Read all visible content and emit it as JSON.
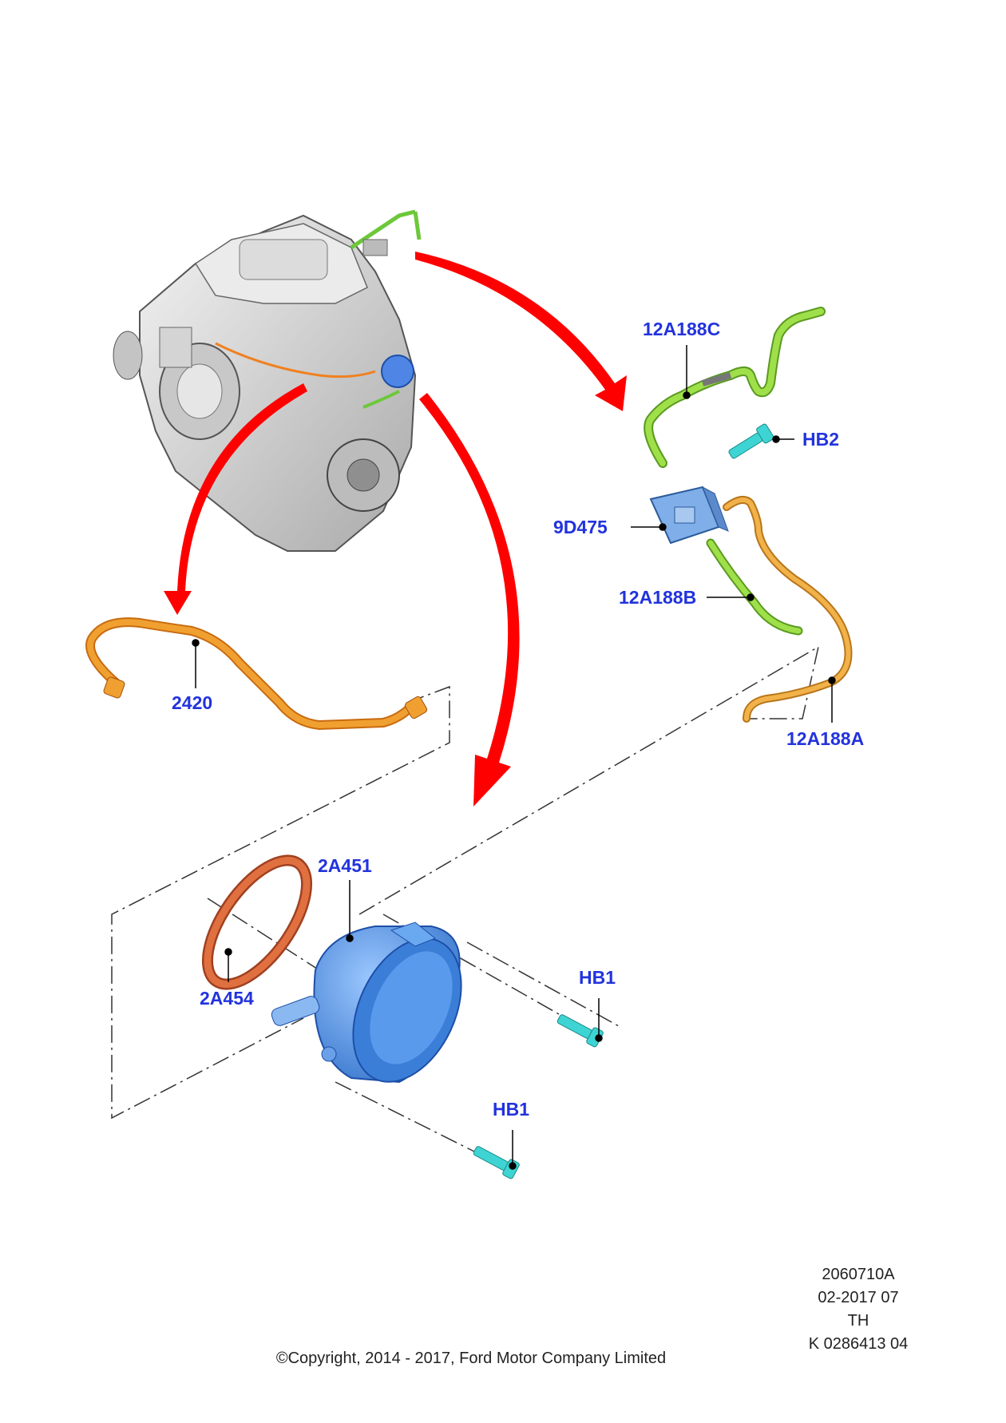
{
  "colors": {
    "label": "#2233dd",
    "arrow": "#ff0000",
    "engine": "#d9d9d9",
    "hose_orange": "#f0a030",
    "hose_green": "#8fd03a",
    "pump_blue": "#4f8fe0",
    "bolt_cyan": "#3fd4d4",
    "seal": "#d96a3a",
    "dashline": "#333333"
  },
  "labels": {
    "p12A188C": "12A188C",
    "pHB2": "HB2",
    "p9D475": "9D475",
    "p12A188B": "12A188B",
    "p2420": "2420",
    "p12A188A": "12A188A",
    "p2A451": "2A451",
    "p2A454": "2A454",
    "pHB1a": "HB1",
    "pHB1b": "HB1"
  },
  "meta": {
    "ref": "2060710A",
    "date": "02-2017 07",
    "code": "TH",
    "kcode": "K 0286413 04",
    "copyright": "©Copyright, 2014 - 2017, Ford Motor Company Limited"
  },
  "icons": [
    "engine-icon",
    "vacuum-pump-icon",
    "solenoid-valve-icon",
    "bolt-icon",
    "seal-ring-icon",
    "arrow-icon"
  ]
}
